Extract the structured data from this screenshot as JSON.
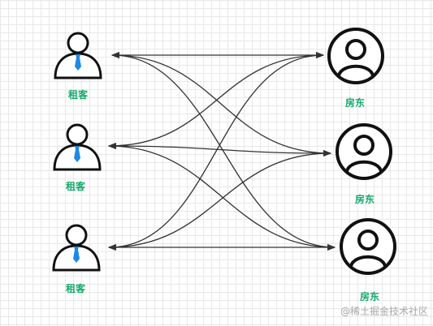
{
  "accent_color": "#17a86b",
  "tenants": [
    {
      "label": "租客",
      "icon": "tenant-person-icon"
    },
    {
      "label": "租客",
      "icon": "tenant-person-icon"
    },
    {
      "label": "租客",
      "icon": "tenant-person-icon"
    }
  ],
  "landlords": [
    {
      "label": "房东",
      "icon": "landlord-user-circle-icon"
    },
    {
      "label": "房东",
      "icon": "landlord-user-circle-icon"
    },
    {
      "label": "房东",
      "icon": "landlord-user-circle-icon"
    }
  ],
  "connections": "every tenant linked to every landlord with a double-headed arrow",
  "watermark": "@稀土掘金技术社区"
}
